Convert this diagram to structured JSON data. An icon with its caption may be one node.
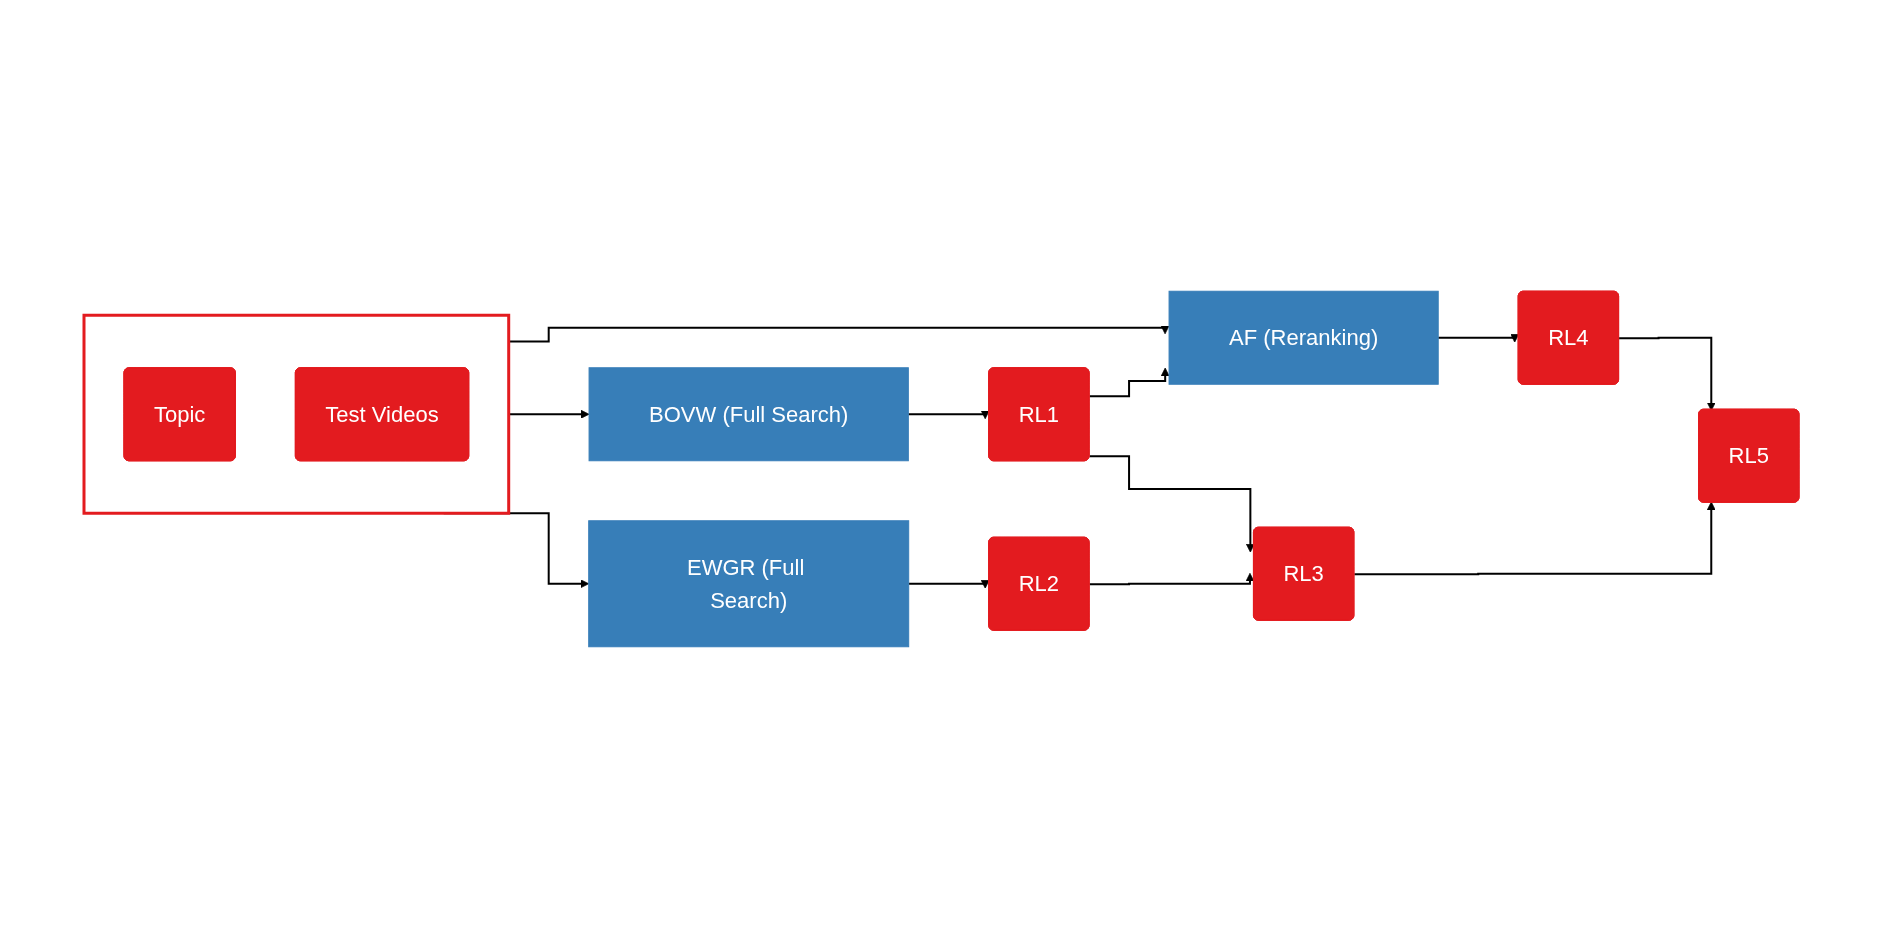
{
  "diagram": {
    "nodes": [
      {
        "text": [],
        "shape": "box"
      },
      {
        "text": [
          "Topic"
        ],
        "in": 0
      },
      {
        "text": [
          "Test Videos"
        ],
        "in": 0
      },
      {
        "text": [
          "AF (Reranking)"
        ]
      },
      {
        "text": [
          "BOVW (Full Search)"
        ]
      },
      {
        "text": [
          "EWGR (Full Search)"
        ]
      },
      {
        "text": [
          "RL1"
        ]
      },
      {
        "text": [
          "RL2"
        ]
      },
      {
        "text": [
          "RL4"
        ]
      },
      {
        "text": [
          "RL3"
        ]
      },
      {
        "text": [
          "RL5"
        ]
      }
    ],
    "edges": [
      {
        "from": 0,
        "to": 3,
        "arrow": "to"
      },
      {
        "from": 0,
        "to": 4,
        "arrow": "to"
      },
      {
        "from": 0,
        "to": 5,
        "arrow": "to"
      },
      {
        "from": 4,
        "to": 6,
        "arrow": "to"
      },
      {
        "from": 5,
        "to": 7,
        "arrow": "to"
      },
      {
        "from": 6,
        "to": 3,
        "arrow": "to"
      },
      {
        "from": 3,
        "to": 8,
        "arrow": "to"
      },
      {
        "from": 6,
        "to": 9,
        "arrow": "to"
      },
      {
        "from": 7,
        "to": 9,
        "arrow": "to"
      },
      {
        "from": 8,
        "to": 10,
        "arrow": "to"
      },
      {
        "from": 9,
        "to": 10,
        "arrow": "to"
      }
    ]
  }
}
